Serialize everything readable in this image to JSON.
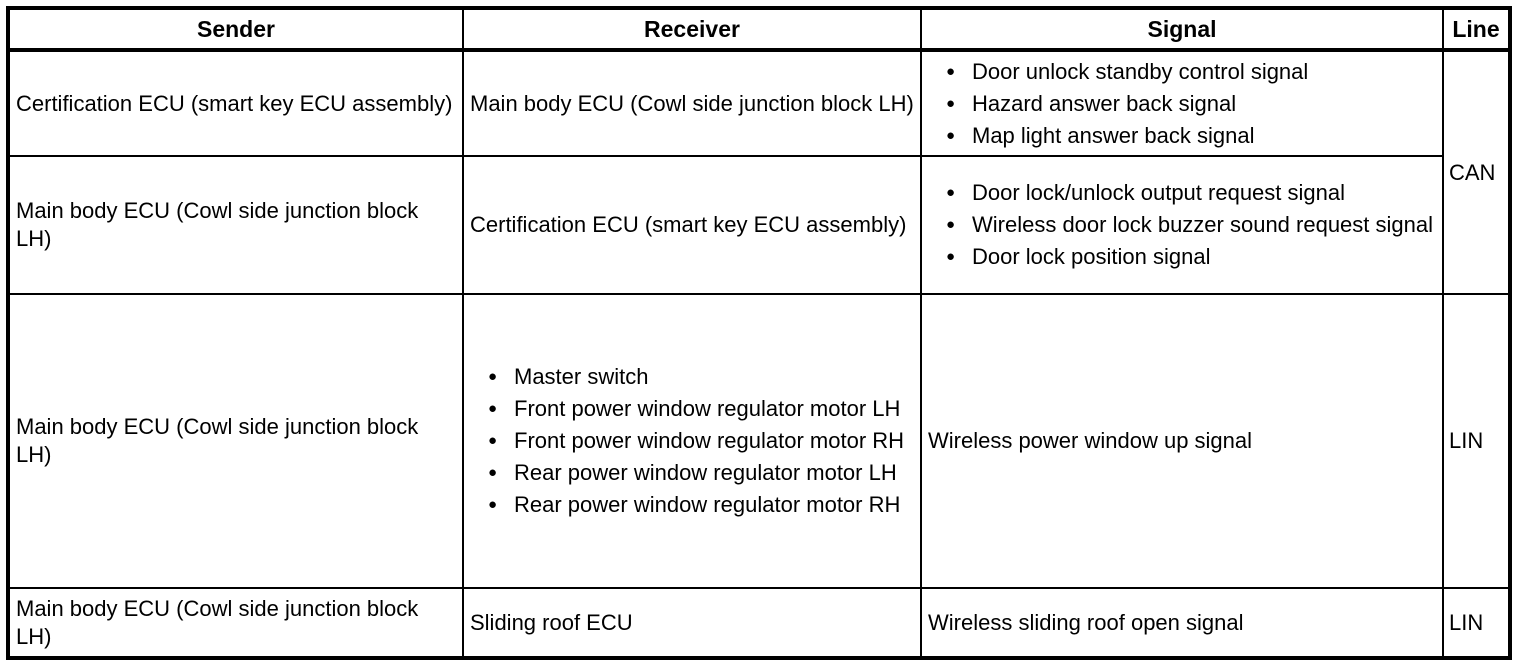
{
  "document": {
    "background": "#ffffff",
    "grid_color": "#000000",
    "text_color": "#000000"
  },
  "icons": {
    "bullet": "●"
  },
  "table": {
    "headers": [
      "Sender",
      "Receiver",
      "Signal",
      "Line"
    ],
    "rows": [
      {
        "sender": "Certification ECU (smart key ECU assembly)",
        "receiver": "Main body ECU (Cowl side junction block LH)",
        "signal_items": [
          "Door unlock standby control signal",
          "Hazard answer back signal",
          "Map light answer back signal"
        ],
        "line": "CAN",
        "line_rowspan": 2
      },
      {
        "sender": "Main body ECU (Cowl side junction block LH)",
        "receiver": "Certification ECU (smart key ECU assembly)",
        "signal_items": [
          "Door lock/unlock output request signal",
          "Wireless door lock buzzer sound request signal",
          "Door lock position signal"
        ]
      },
      {
        "sender": "Main body ECU (Cowl side junction block LH)",
        "receiver_items": [
          "Master switch",
          "Front power window regulator motor LH",
          "Front power window regulator motor RH",
          "Rear power window regulator motor LH",
          "Rear power window regulator motor RH"
        ],
        "signal": "Wireless power window up signal",
        "line": "LIN"
      },
      {
        "sender": "Main body ECU (Cowl side junction block LH)",
        "receiver": "Sliding roof ECU",
        "signal": "Wireless sliding roof open signal",
        "line": "LIN"
      }
    ]
  }
}
